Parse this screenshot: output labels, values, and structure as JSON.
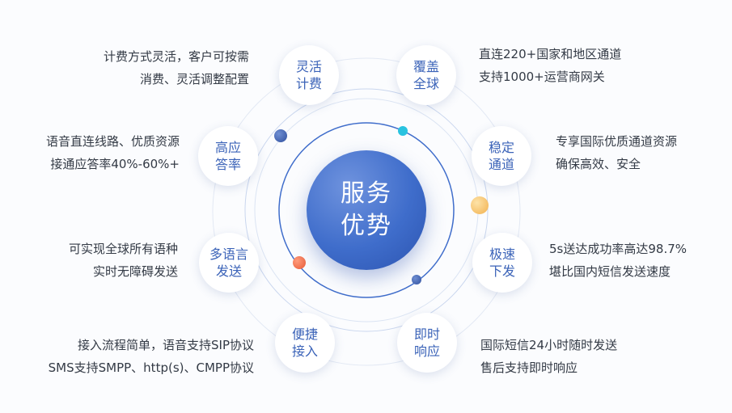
{
  "center": {
    "title": "服务优势"
  },
  "features": [
    {
      "id": "flexible-billing",
      "title": "灵活计费",
      "lines": [
        "计费方式灵活，客户可按需",
        "消费、灵活调整配置"
      ]
    },
    {
      "id": "global-coverage",
      "title": "覆盖全球",
      "lines": [
        "直连220+国家和地区通道",
        "支持1000+运营商网关"
      ]
    },
    {
      "id": "high-answer-rate",
      "title": "高应答率",
      "lines": [
        "语音直连线路、优质资源",
        "接通应答率40%-60%+"
      ]
    },
    {
      "id": "stable-channel",
      "title": "稳定通道",
      "lines": [
        "专享国际优质通道资源",
        "确保高效、安全"
      ]
    },
    {
      "id": "multi-language",
      "title": "多语言发送",
      "lines": [
        "可实现全球所有语种",
        "实时无障碍发送"
      ]
    },
    {
      "id": "fast-delivery",
      "title": "极速下发",
      "lines": [
        "5s送达成功率高达98.7%",
        "堪比国内短信发送速度"
      ]
    },
    {
      "id": "easy-access",
      "title": "便捷接入",
      "lines": [
        "接入流程简单，语音支持SIP协议",
        "SMS支持SMPP、http(s)、CMPP协议"
      ]
    },
    {
      "id": "instant-response",
      "title": "即时响应",
      "lines": [
        "国际短信24小时随时发送",
        "售后支持即时响应"
      ]
    }
  ],
  "colors": {
    "accent": "#3f6dcb",
    "dot_navy": "#3a5fb0",
    "dot_cyan": "#29c3e0",
    "dot_yellow": "#f7c46a",
    "dot_orange": "#f07a55"
  }
}
